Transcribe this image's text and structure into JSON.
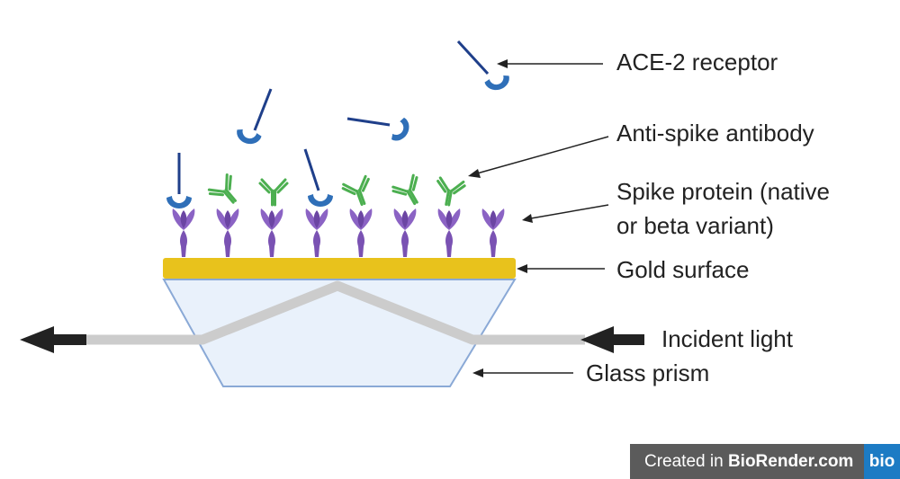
{
  "labels": {
    "ace2": "ACE-2 receptor",
    "antibody": "Anti-spike antibody",
    "spike_line1": "Spike protein (native",
    "spike_line2": "or beta variant)",
    "gold": "Gold surface",
    "incident": "Incident light",
    "prism": "Glass prism"
  },
  "watermark": {
    "created": "Created in ",
    "brand": "BioRender.com",
    "badge": "bio"
  },
  "colors": {
    "gold": "#e8c21c",
    "prism_fill": "#e9f1fb",
    "prism_stroke": "#8aa9d6",
    "light_path": "#cccccc",
    "arrow": "#222222",
    "receptor": "#2f6fb8",
    "receptor_stem": "#1f3f8a",
    "antibody": "#4caf50",
    "spike": "#7a52b3"
  },
  "icons": {
    "receptor": "ace2-receptor-icon",
    "antibody": "antibody-icon",
    "spike": "spike-protein-icon"
  }
}
